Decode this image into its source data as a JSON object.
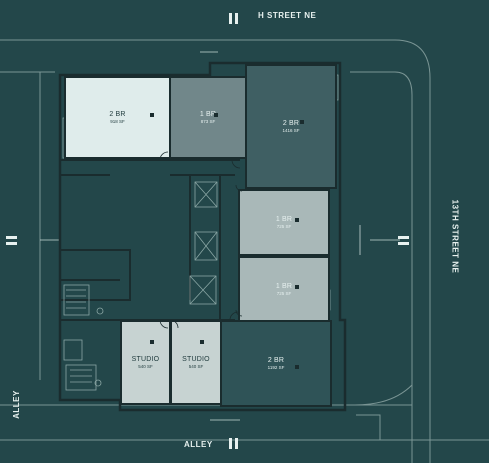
{
  "streets": {
    "top": "H STREET NE",
    "right": "13TH STREET NE",
    "bottom": "ALLEY",
    "left": "ALLEY"
  },
  "units": [
    {
      "name": "2 BR",
      "area": "918 SF"
    },
    {
      "name": "1 BR",
      "area": "873 SF"
    },
    {
      "name": "2 BR",
      "area": "1416 SF"
    },
    {
      "name": "1 BR",
      "area": "725 SF"
    },
    {
      "name": "1 BR",
      "area": "725 SF"
    },
    {
      "name": "STUDIO",
      "area": "540 SF"
    },
    {
      "name": "STUDIO",
      "area": "540 SF"
    },
    {
      "name": "2 BR",
      "area": "1192 SF"
    }
  ],
  "colors": {
    "background": "#23474a",
    "highlight": "#dfeceb",
    "light": "#a9b8b8",
    "mid": "#71878a",
    "dark": "#3f5f63",
    "darkest": "#2f5357"
  }
}
